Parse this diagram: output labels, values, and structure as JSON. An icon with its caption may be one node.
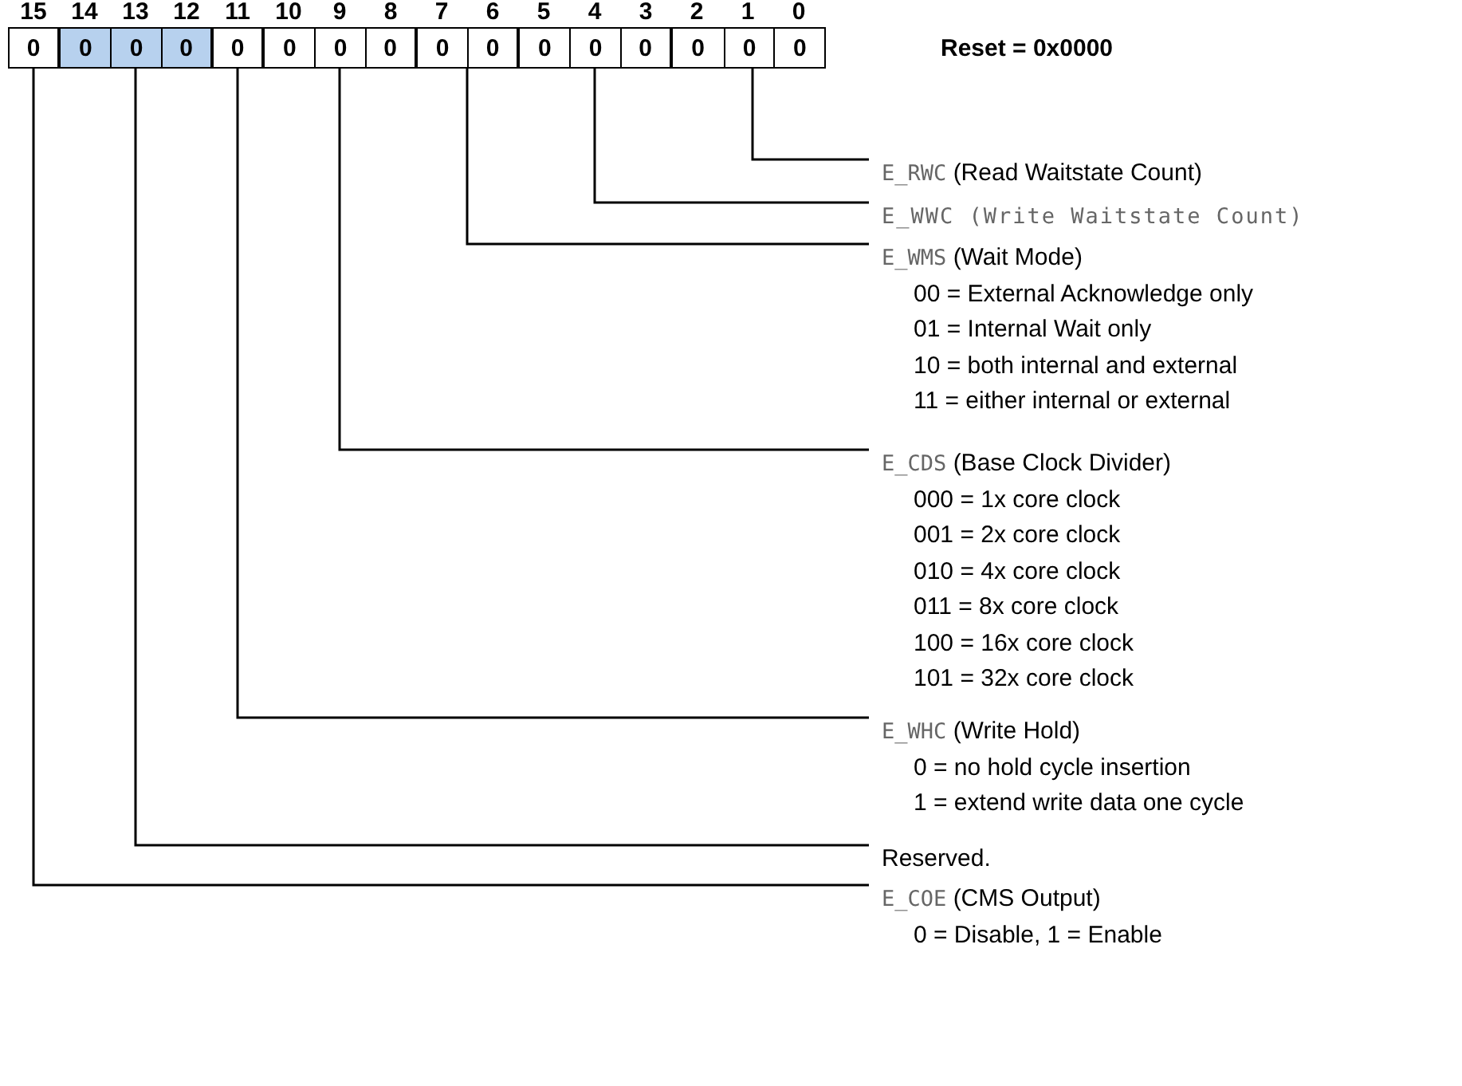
{
  "diagram": {
    "nodes": [
      {
        "text": [
          "0"
        ]
      },
      {
        "text": [
          "0",
          "0",
          "0"
        ]
      },
      {
        "text": [
          "0"
        ]
      },
      {
        "text": [
          "0",
          "0",
          "0"
        ]
      },
      {
        "text": [
          "0",
          "0"
        ]
      },
      {
        "text": [
          "0",
          "0",
          "0"
        ]
      },
      {
        "text": [
          "0",
          "0",
          "0"
        ]
      },
      {
        "text": [
          "E_RWC",
          "(Read Waitstate Count)"
        ]
      },
      {
        "text": [
          "E_WWC (Write Waitstate Count)"
        ]
      },
      {
        "text": [
          "E_WMS",
          "(Wait Mode)",
          "00 = External Acknowledge only",
          "01 = Internal Wait only",
          "10 = both internal and external",
          "11 = either internal or external"
        ]
      },
      {
        "text": [
          "E_CDS",
          "(Base Clock Divider)",
          "000 = 1x core clock",
          "001 = 2x core clock",
          "010 = 4x core clock",
          "011 = 8x core clock",
          "100 = 16x core clock",
          "101 = 32x core clock"
        ]
      },
      {
        "text": [
          "E_WHC",
          "(Write Hold)",
          "0 = no hold cycle insertion",
          "1 = extend write data one cycle"
        ]
      },
      {
        "text": [
          "Reserved."
        ]
      },
      {
        "text": [
          "E_COE",
          "(CMS Output)",
          "0 = Disable, 1 = Enable"
        ]
      }
    ],
    "edges": [
      {
        "from": 6,
        "to": 7,
        "arrow": "none"
      },
      {
        "from": 5,
        "to": 8,
        "arrow": "none"
      },
      {
        "from": 4,
        "to": 9,
        "arrow": "none"
      },
      {
        "from": 3,
        "to": 10,
        "arrow": "none"
      },
      {
        "from": 2,
        "to": 11,
        "arrow": "none"
      },
      {
        "from": 1,
        "to": 12,
        "arrow": "none"
      },
      {
        "from": 0,
        "to": 13,
        "arrow": "none"
      }
    ],
    "labels": [
      "15",
      "14",
      "13",
      "12",
      "11",
      "10",
      "9",
      "8",
      "7",
      "6",
      "5",
      "4",
      "3",
      "2",
      "1",
      "0",
      "Reset = 0x0000"
    ]
  }
}
